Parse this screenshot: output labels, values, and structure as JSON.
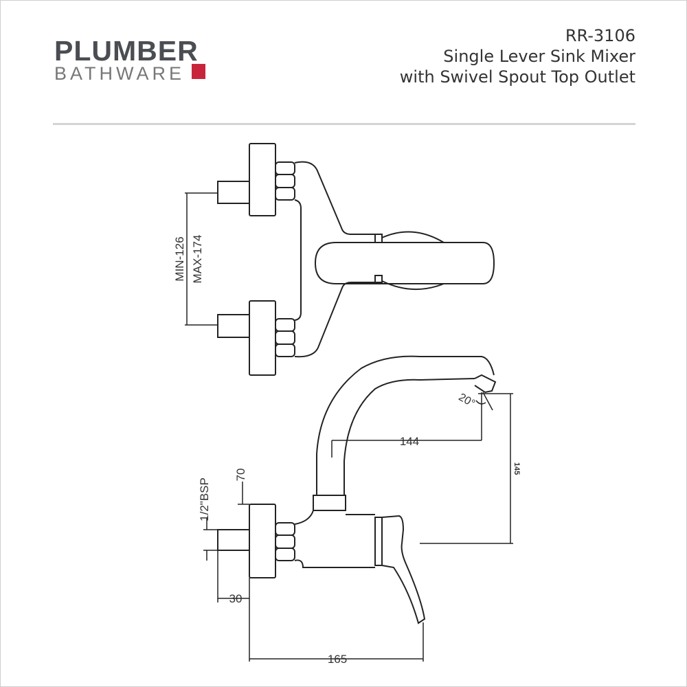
{
  "logo": {
    "main": "PLUMBER",
    "sub": "BATHWARE",
    "accent_color": "#c8253c"
  },
  "header": {
    "model": "RR-3106",
    "title_line1": "Single Lever Sink Mixer",
    "title_line2": "with Swivel Spout Top Outlet"
  },
  "drawing": {
    "dim_min": "MIN-126",
    "dim_max": "MAX-174",
    "dim_reach": "144",
    "dim_height": "145",
    "dim_angle": "20°",
    "dim_70": "70",
    "dim_bsp": "1/2\"BSP",
    "dim_30": "30",
    "dim_165": "165"
  }
}
